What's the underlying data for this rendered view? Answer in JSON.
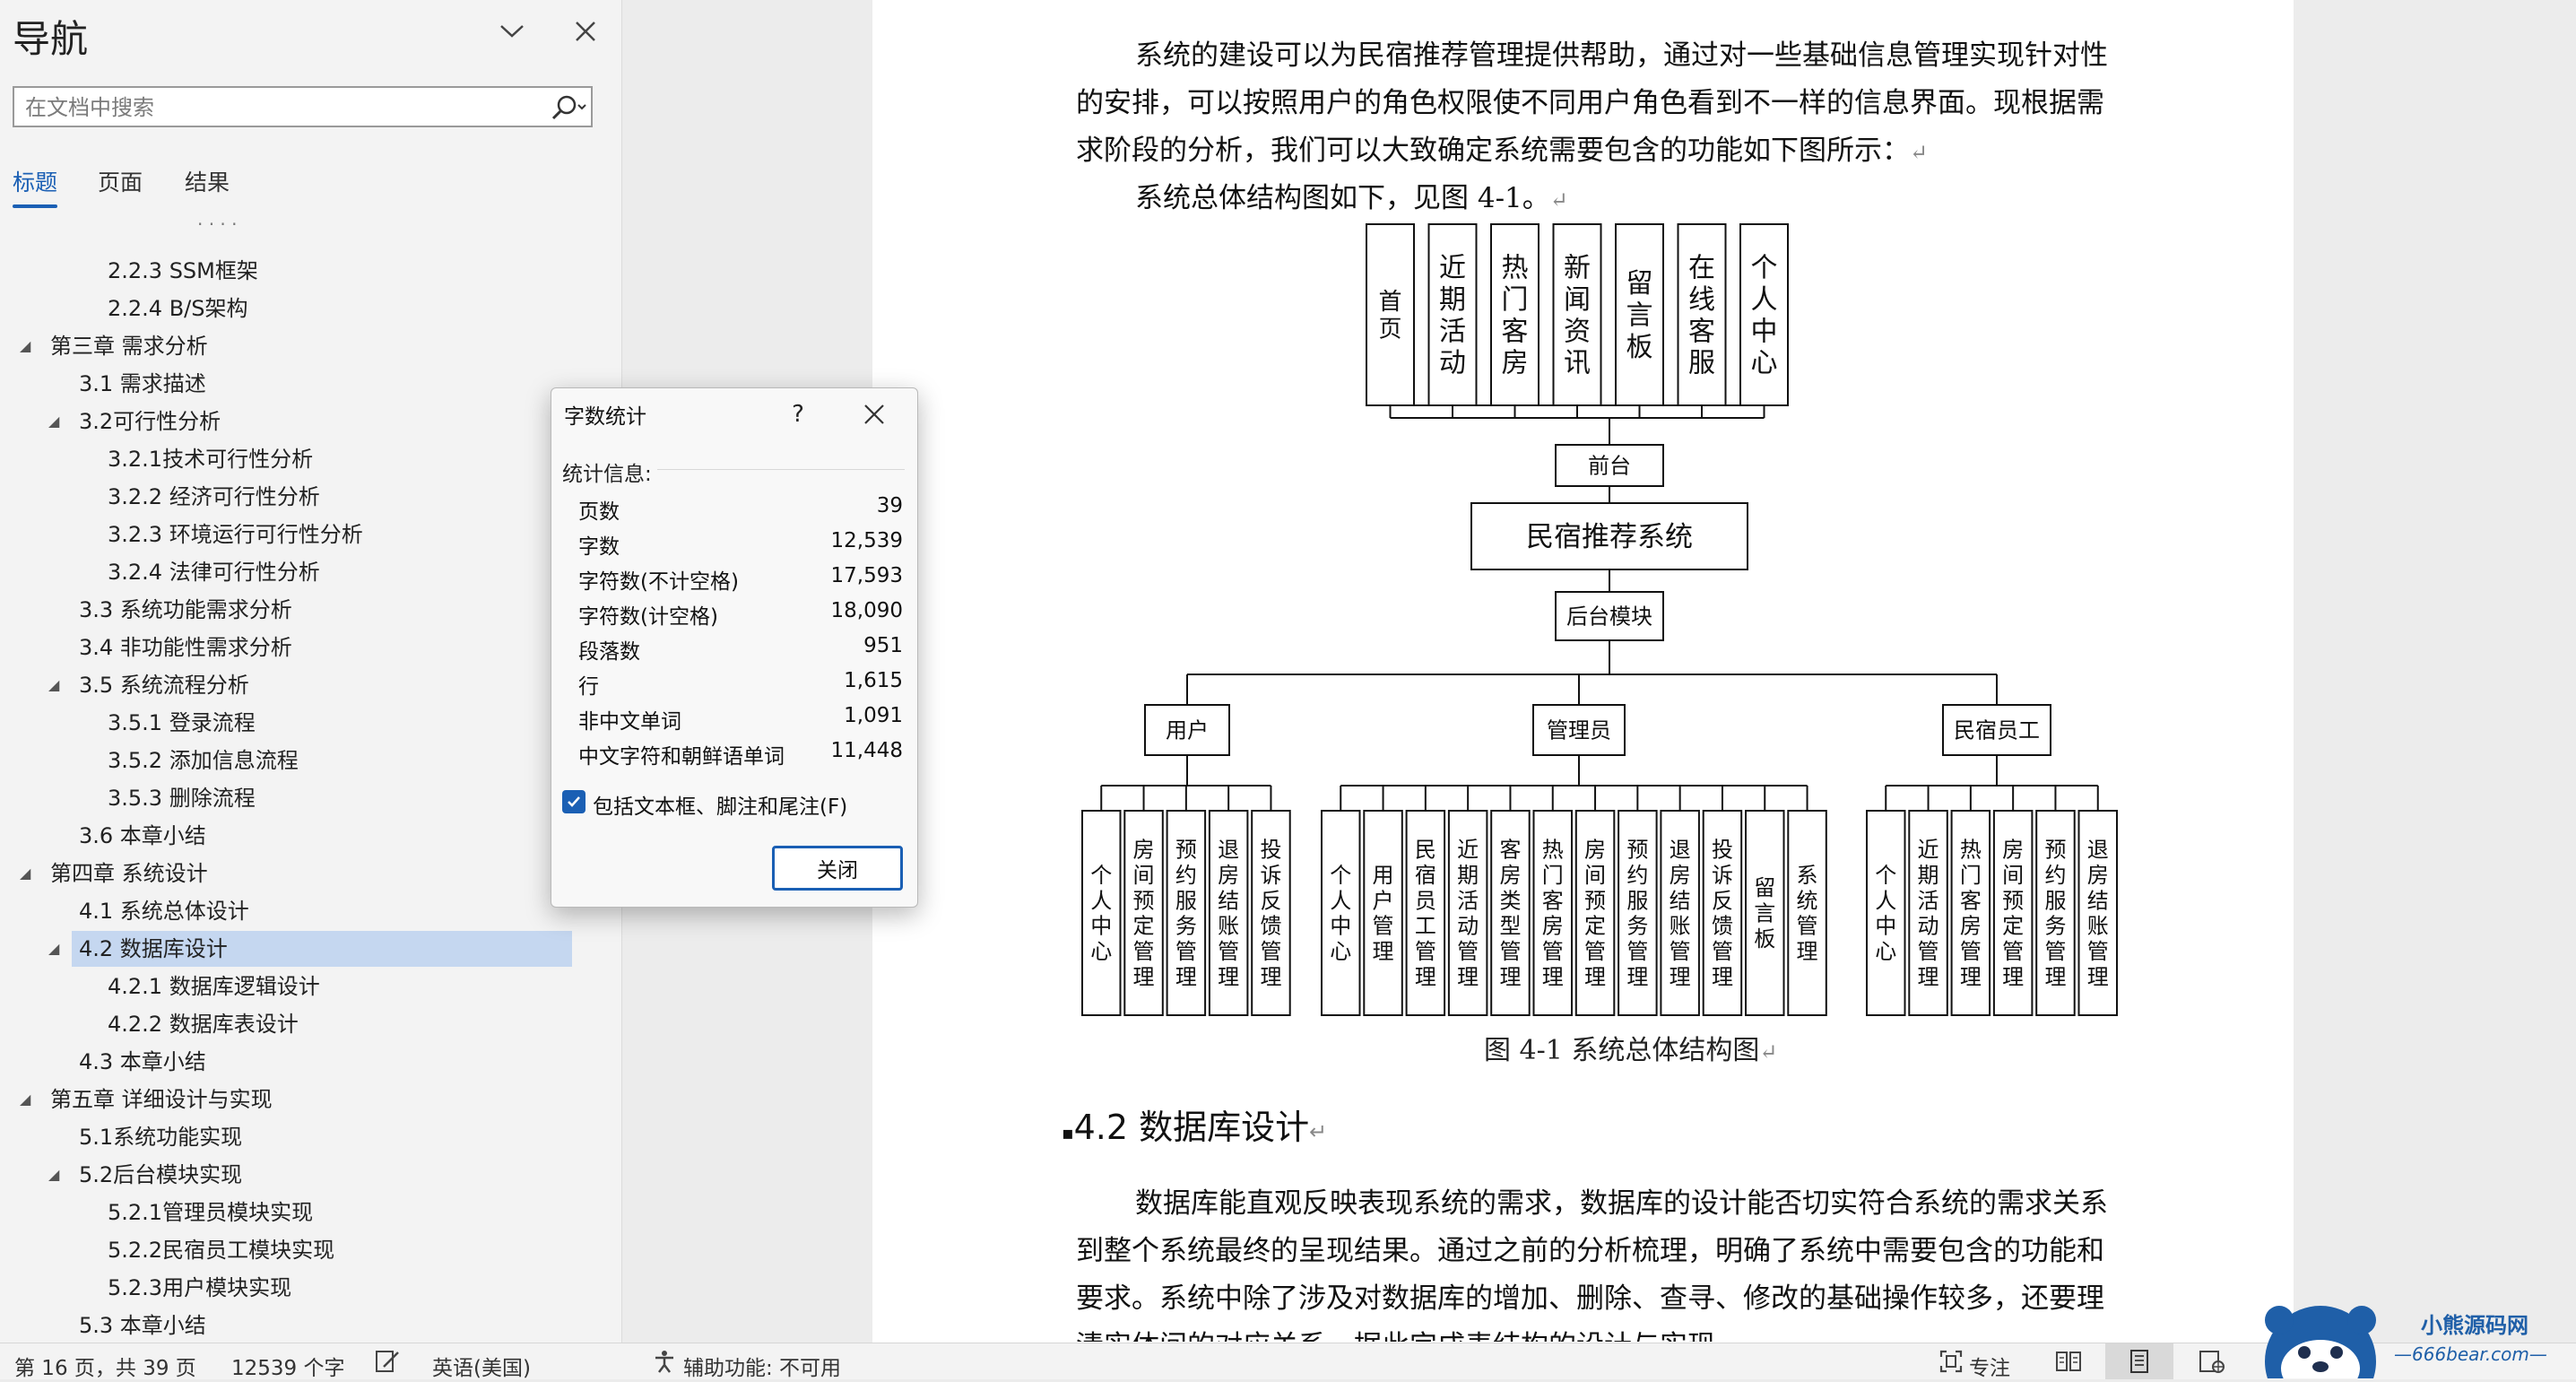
{
  "nav": {
    "title": "导航",
    "search_placeholder": "在文档中搜索",
    "tabs": [
      "标题",
      "页面",
      "结果"
    ],
    "tree": [
      {
        "label": "2.2.3 SSM框架",
        "level": 3
      },
      {
        "label": "2.2.4 B/S架构",
        "level": 3
      },
      {
        "label": "第三章 需求分析",
        "level": 1,
        "expanded": true
      },
      {
        "label": "3.1 需求描述",
        "level": 2
      },
      {
        "label": "3.2可行性分析",
        "level": 2,
        "expanded": true
      },
      {
        "label": "3.2.1技术可行性分析",
        "level": 3
      },
      {
        "label": "3.2.2 经济可行性分析",
        "level": 3
      },
      {
        "label": "3.2.3 环境运行可行性分析",
        "level": 3
      },
      {
        "label": "3.2.4 法律可行性分析",
        "level": 3
      },
      {
        "label": "3.3 系统功能需求分析",
        "level": 2
      },
      {
        "label": "3.4 非功能性需求分析",
        "level": 2
      },
      {
        "label": "3.5 系统流程分析",
        "level": 2,
        "expanded": true
      },
      {
        "label": "3.5.1 登录流程",
        "level": 3
      },
      {
        "label": "3.5.2 添加信息流程",
        "level": 3
      },
      {
        "label": "3.5.3 删除流程",
        "level": 3
      },
      {
        "label": "3.6 本章小结",
        "level": 2
      },
      {
        "label": "第四章 系统设计",
        "level": 1,
        "expanded": true
      },
      {
        "label": "4.1 系统总体设计",
        "level": 2
      },
      {
        "label": "4.2 数据库设计",
        "level": 2,
        "expanded": true,
        "selected": true
      },
      {
        "label": "4.2.1 数据库逻辑设计",
        "level": 3
      },
      {
        "label": "4.2.2 数据库表设计",
        "level": 3
      },
      {
        "label": "4.3 本章小结",
        "level": 2
      },
      {
        "label": "第五章 详细设计与实现",
        "level": 1,
        "expanded": true
      },
      {
        "label": "5.1系统功能实现",
        "level": 2
      },
      {
        "label": "5.2后台模块实现",
        "level": 2,
        "expanded": true
      },
      {
        "label": "5.2.1管理员模块实现",
        "level": 3
      },
      {
        "label": "5.2.2民宿员工模块实现",
        "level": 3
      },
      {
        "label": "5.2.3用户模块实现",
        "level": 3
      },
      {
        "label": "5.3 本章小结",
        "level": 2
      }
    ]
  },
  "doc": {
    "para1": "系统的建设可以为民宿推荐管理提供帮助，通过对一些基础信息管理实现针对性的安排，可以按照用户的角色权限使不同用户角色看到不一样的信息界面。现根据需求阶段的分析，我们可以大致确定系统需要包含的功能如下图所示：",
    "para2": "系统总体结构图如下，见图 4-1。",
    "figure_caption": "图 4-1  系统总体结构图",
    "section_heading": "4.2  数据库设计",
    "para3": "数据库能直观反映表现系统的需求，数据库的设计能否切实符合系统的需求关系到整个系统最终的呈现结果。通过之前的分析梳理，明确了系统中需要包含的功能和要求。系统中除了涉及对数据库的增加、删除、查寻、修改的基础操作较多，还要理清实体间的对应关系，据此完成表结构的设计与实现。",
    "diagram": {
      "root": "民宿推荐系统",
      "front": "前台",
      "front_items": [
        "首页",
        "近期活动",
        "热门客房",
        "新闻资讯",
        "留言板",
        "在线客服",
        "个人中心"
      ],
      "back": "后台模块",
      "groups": [
        {
          "name": "用户",
          "items": [
            "个人中心",
            "房间预定管理",
            "预约服务管理",
            "退房结账管理",
            "投诉反馈管理"
          ]
        },
        {
          "name": "管理员",
          "items": [
            "个人中心",
            "用户管理",
            "民宿员工管理",
            "近期活动管理",
            "客房类型管理",
            "热门客房管理",
            "房间预定管理",
            "预约服务管理",
            "退房结账管理",
            "投诉反馈管理",
            "留言板",
            "系统管理"
          ]
        },
        {
          "name": "民宿员工",
          "items": [
            "个人中心",
            "近期活动管理",
            "热门客房管理",
            "房间预定管理",
            "预约服务管理",
            "退房结账管理"
          ]
        }
      ]
    }
  },
  "dialog": {
    "title": "字数统计",
    "help": "?",
    "stats_label": "统计信息:",
    "stats": [
      {
        "label": "页数",
        "value": "39"
      },
      {
        "label": "字数",
        "value": "12,539"
      },
      {
        "label": "字符数(不计空格)",
        "value": "17,593"
      },
      {
        "label": "字符数(计空格)",
        "value": "18,090"
      },
      {
        "label": "段落数",
        "value": "951"
      },
      {
        "label": "行",
        "value": "1,615"
      },
      {
        "label": "非中文单词",
        "value": "1,091"
      },
      {
        "label": "中文字符和朝鲜语单词",
        "value": "11,448"
      }
    ],
    "checkbox_label": "包括文本框、脚注和尾注(F)",
    "checkbox_checked": true,
    "close_label": "关闭"
  },
  "status": {
    "page_info": "第 16 页，共 39 页",
    "word_count": "12539 个字",
    "language": "英语(美国)",
    "accessibility": "辅助功能: 不可用",
    "focus": "专注"
  },
  "watermark": {
    "text1": "小熊源码网",
    "text2": "—666bear.com—"
  }
}
